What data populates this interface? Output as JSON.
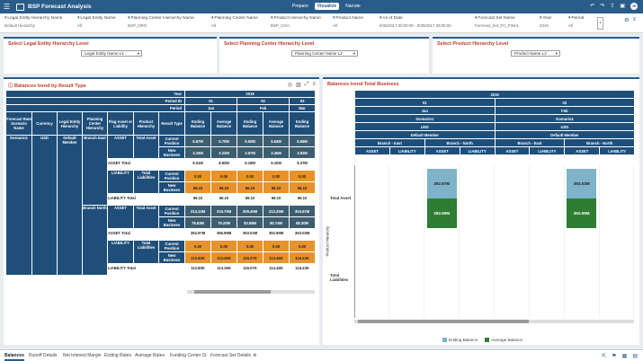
{
  "app": {
    "title": "BSP Forecast Analysis",
    "modes": [
      "Prepare",
      "Visualize",
      "Narrate"
    ],
    "active_mode": "Visualize",
    "user_initials": "JR"
  },
  "filters": [
    {
      "label": "Legal Entity Hierarchy Name",
      "value": "Default Hierarchy"
    },
    {
      "label": "Legal Entity Name",
      "value": "All"
    },
    {
      "label": "Planning Center Hierarchy Name",
      "value": "BSP_ORG"
    },
    {
      "label": "Planning Center Name",
      "value": "All"
    },
    {
      "label": "Product Hierarchy Name",
      "value": "BSP_COA"
    },
    {
      "label": "Product Name",
      "value": "All"
    },
    {
      "label": "As of Date",
      "value": "9/30/2017 00:00:00 - 9/30/2017 00:00:00"
    },
    {
      "label": "Forecast Set Name",
      "value": "Forecast_Set_FC_FINAL"
    },
    {
      "label": "Year",
      "value": "2019"
    },
    {
      "label": "Period",
      "value": "All"
    }
  ],
  "selectors": [
    {
      "title": "Select Legal Entity Hierarchy Level",
      "value": "Legal Entity Name L1"
    },
    {
      "title": "Select Planning Center Hierarchy Level",
      "value": "Planning Center Name L2"
    },
    {
      "title": "Select Product Hierarchy Level",
      "value": "Product Name L2"
    }
  ],
  "left_panel": {
    "title": "Balances trend by Result Type",
    "year_label": "Year",
    "year": "2019",
    "period_id_label": "Period ID",
    "period_label": "Period",
    "period_ids": [
      "01",
      "02",
      "03"
    ],
    "periods": [
      "Jan",
      "Feb",
      "Mar"
    ],
    "row_headers": [
      "Forecast Rate Scenario Name",
      "Currency",
      "Legal Entity Hierarchy",
      "Planning Center Hierarchy",
      "Flag Asset or Liability",
      "Product Hierarchy",
      "Result Type"
    ],
    "measures": [
      "Ending Balance",
      "Average Balance",
      "Ending Balance",
      "Average Balance",
      "Ending Balance"
    ],
    "scenario": "Scenario1",
    "currency": "USD",
    "legal_entity": "Default Member",
    "branches": [
      {
        "name": "Branch East",
        "asset": {
          "flag": "ASSET",
          "product": "Total Asset",
          "rows": [
            {
              "type": "Current Position",
              "vals": [
                "5.67M",
                "5.70M",
                "5.62M",
                "5.64M",
                "5.56M"
              ]
            },
            {
              "type": "New Business",
              "vals": [
                "3.33M",
                "3.22M",
                "3.57M",
                "3.45M",
                "3.82M"
              ]
            }
          ],
          "total_label": "ASSET Total",
          "total": [
            "9.01M",
            "8.92M",
            "9.19M",
            "9.10M",
            "9.37M"
          ]
        },
        "liability": {
          "flag": "LIABILITY",
          "product": "Total Liabilities",
          "rows": [
            {
              "type": "Current Position",
              "vals": [
                "0.00",
                "0.00",
                "0.00",
                "0.00",
                "0.00"
              ]
            },
            {
              "type": "New Business",
              "vals": [
                "66.10",
                "66.10",
                "66.10",
                "66.10",
                "66.10"
              ]
            }
          ],
          "total_label": "LIABILITY Total",
          "total": [
            "66.10",
            "66.10",
            "66.10",
            "66.10",
            "66.10"
          ]
        }
      },
      {
        "name": "Branch North",
        "asset": {
          "flag": "ASSET",
          "product": "Total Asset",
          "rows": [
            {
              "type": "Current Position",
              "vals": [
                "314.14M",
                "316.79M",
                "309.45M",
                "312.25M",
                "304.67M"
              ]
            },
            {
              "type": "New Business",
              "vals": [
                "78.83M",
                "79.20M",
                "83.58M",
                "80.74M",
                "88.30M"
              ]
            }
          ],
          "total_label": "ASSET Total",
          "total": [
            "392.97M",
            "395.99M",
            "393.03M",
            "392.99M",
            "393.03M"
          ]
        },
        "liability": {
          "flag": "LIABILITY",
          "product": "Total Liabilities",
          "rows": [
            {
              "type": "Current Position",
              "vals": [
                "0.00",
                "0.00",
                "0.00",
                "0.00",
                "0.00"
              ]
            },
            {
              "type": "New Business",
              "vals": [
                "113.80K",
                "113.26K",
                "115.07K",
                "114.46K",
                "116.23K"
              ]
            }
          ],
          "total_label": "LIABILITY Total",
          "total": [
            "113.80K",
            "113.26K",
            "115.07K",
            "114.46K",
            "116.23K"
          ]
        }
      }
    ]
  },
  "right_panel": {
    "title": "Balances trend Total Business",
    "year_label": "Year",
    "year": "2019",
    "period_ids": [
      "01",
      "02"
    ],
    "periods": [
      "Jan",
      "Feb"
    ],
    "scenario": "Scenario1",
    "currency": "USD",
    "legal_entity": "Default Member",
    "branches": [
      "Branch - East",
      "Branch - North",
      "Branch - East",
      "Branch - North"
    ],
    "flags": [
      "ASSET",
      "LIABILITY",
      "ASSET",
      "LIABILITY",
      "ASSET",
      "LIABILITY",
      "ASSET",
      "LIABILITY"
    ],
    "y_axis_label": "Product Hierarchy",
    "rows": [
      "Total Asset",
      "Total Liabilities"
    ],
    "legend": [
      "Ending Balance",
      "Average Balance"
    ],
    "colors": {
      "ending": "#7eb3c9",
      "average": "#2e7d32"
    }
  },
  "chart_data": {
    "type": "bar",
    "categories": [
      "Jan / Branch - North / ASSET",
      "Feb / Branch - North / ASSET"
    ],
    "series": [
      {
        "name": "Ending Balance",
        "values": [
          "392.97M",
          "393.03M"
        ]
      },
      {
        "name": "Average Balance",
        "values": [
          "392.96M",
          "392.99M"
        ]
      }
    ]
  },
  "tabs": [
    "Balances",
    "Runoff Details",
    "Net Interest Margin",
    "Ending Rates",
    "Average Rates",
    "Funding Center IS",
    "Forecast Set Details"
  ],
  "active_tab": "Balances"
}
